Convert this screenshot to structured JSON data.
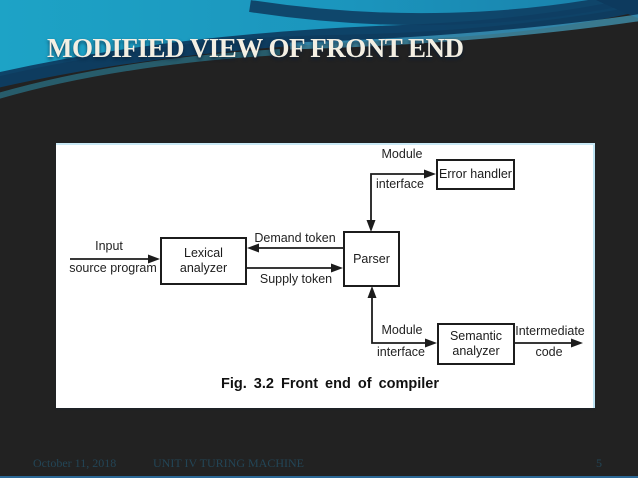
{
  "slide": {
    "title": "MODIFIED VIEW OF FRONT END"
  },
  "figure": {
    "caption": "Fig. 3.2 Front end of compiler",
    "nodes": {
      "lexical_analyzer": {
        "line1": "Lexical",
        "line2": "analyzer"
      },
      "parser": {
        "label": "Parser"
      },
      "error_handler": {
        "label": "Error handler"
      },
      "semantic_analyzer": {
        "line1": "Semantic",
        "line2": "analyzer"
      }
    },
    "edge_labels": {
      "input": {
        "line1": "Input",
        "line2": "source program"
      },
      "demand_token": "Demand token",
      "supply_token": "Supply token",
      "module_interface_top": {
        "line1": "Module",
        "line2": "interface"
      },
      "module_interface_bottom": {
        "line1": "Module",
        "line2": "interface"
      },
      "output": {
        "line1": "Intermediate",
        "line2": "code"
      }
    }
  },
  "footer": {
    "date": "October 11, 2018",
    "section": "UNIT IV TURING MACHINE",
    "page_number": "5"
  },
  "colors": {
    "teal_top": "#1b9cc2",
    "navy_swoosh": "#0e3e63",
    "steel_blue": "#2f6f9c",
    "bottom_blue": "#4199ce",
    "title_text": "#f3efe3",
    "panel_background": "#ffffff",
    "diagram_ink": "#1c1c1c"
  }
}
